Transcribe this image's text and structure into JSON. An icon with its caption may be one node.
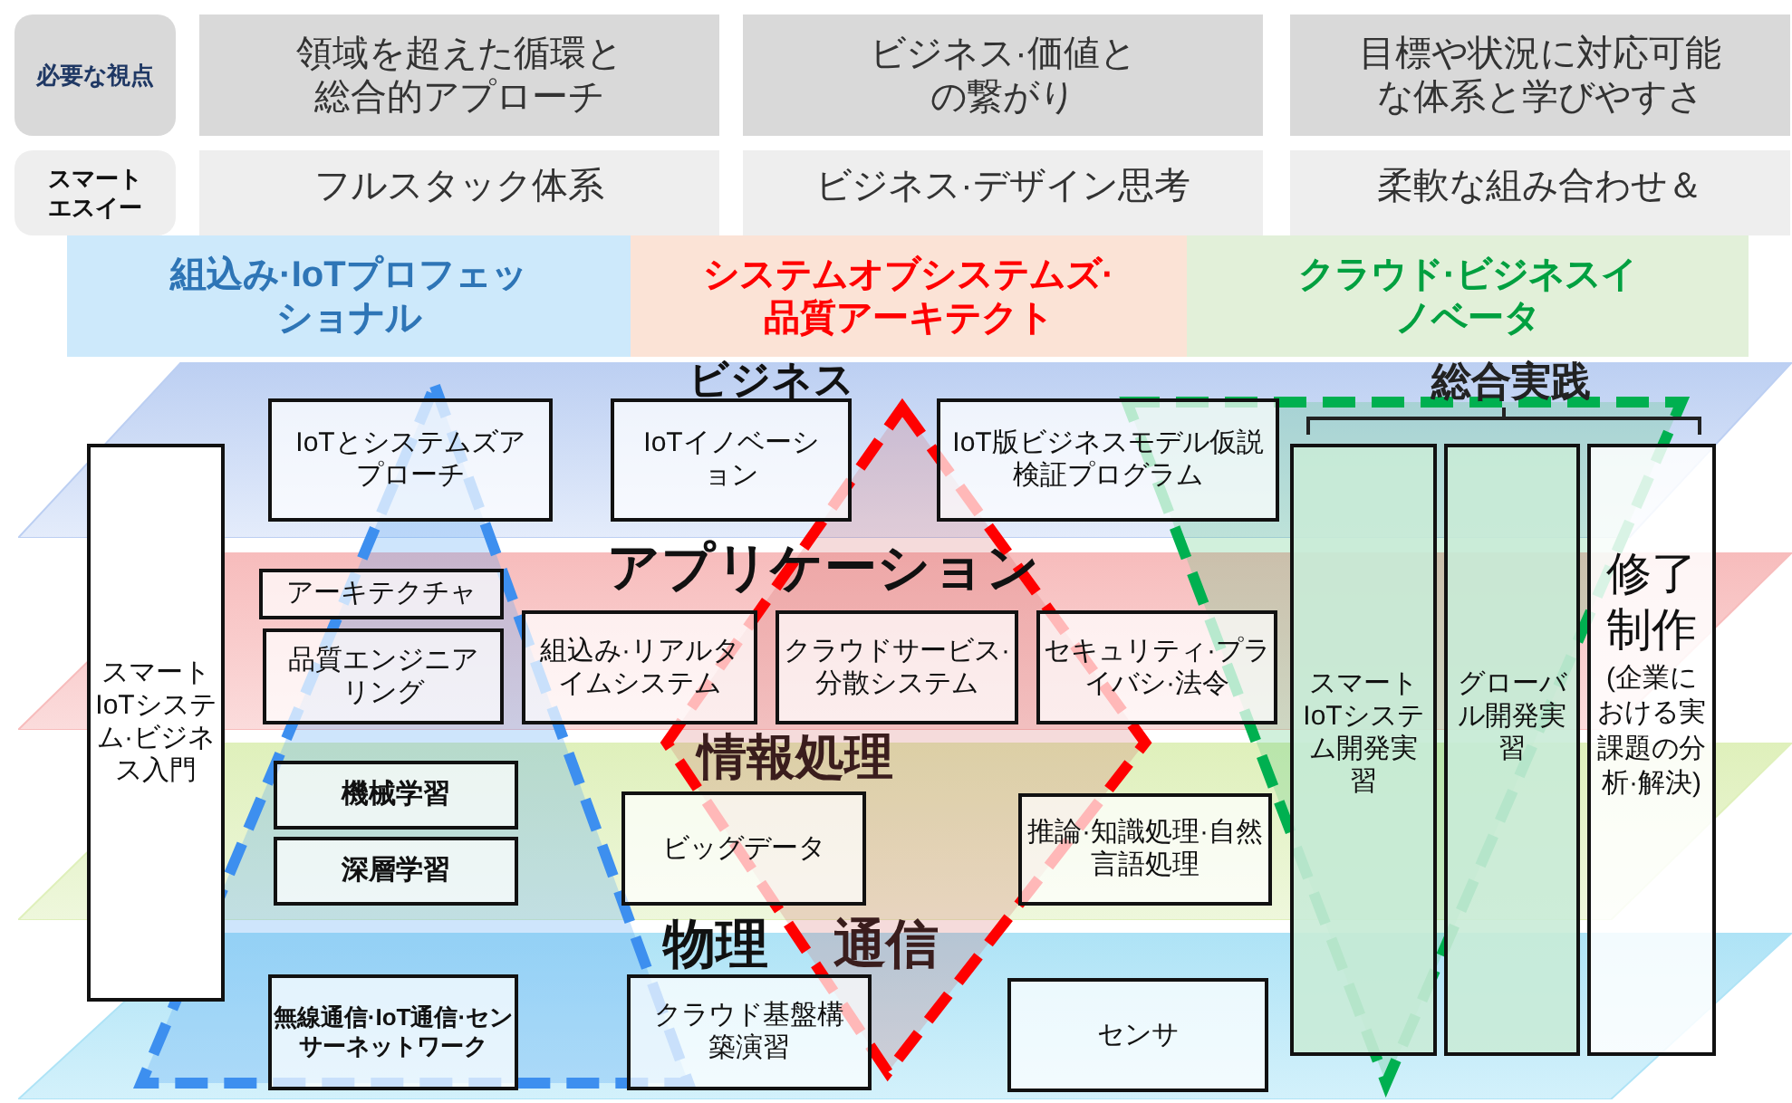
{
  "diagram": {
    "nodes": [
      {
        "text": [
          "必要な視点"
        ]
      },
      {
        "text": [
          "領域を超えた循環と総合的アプローチ"
        ]
      },
      {
        "text": [
          "ビジネス·価値との繋がり"
        ]
      },
      {
        "text": [
          "目標や状況に対応可能な体系と学びやすさ"
        ]
      },
      {
        "text": [
          "スマートエスイー"
        ]
      },
      {
        "text": [
          "フルスタック体系"
        ]
      },
      {
        "text": [
          "ビジネス·デザイン思考"
        ]
      },
      {
        "text": [
          "柔軟な組み合わせ＆"
        ]
      },
      {
        "text": [
          "組込み·IoTプロフェッショナル"
        ]
      },
      {
        "text": [
          "システムオブシステムズ·品質アーキテクト"
        ]
      },
      {
        "text": [
          "クラウド·ビジネスイノベータ"
        ]
      },
      {
        "text": [
          "ビジネス"
        ]
      },
      {
        "text": [
          "IoTとシステムズアプローチ"
        ],
        "in": 11
      },
      {
        "text": [
          "IoTイノベーション"
        ],
        "in": 11
      },
      {
        "text": [
          "IoT版ビジネスモデル仮説検証プログラム"
        ],
        "in": 11
      },
      {
        "text": [
          "アプリケーション"
        ]
      },
      {
        "text": [
          "アーキテクチャ"
        ],
        "in": 15
      },
      {
        "text": [
          "品質エンジニアリング"
        ],
        "in": 15
      },
      {
        "text": [
          "組込み·リアルタイムシステム"
        ],
        "in": 15
      },
      {
        "text": [
          "クラウドサービス·分散システム"
        ],
        "in": 15
      },
      {
        "text": [
          "セキュリティ·プライバシ·法令"
        ],
        "in": 15
      },
      {
        "text": [
          "情報処理"
        ]
      },
      {
        "text": [
          "機械学習"
        ],
        "in": 21
      },
      {
        "text": [
          "深層学習"
        ],
        "in": 21
      },
      {
        "text": [
          "ビッグデータ"
        ],
        "in": 21
      },
      {
        "text": [
          "推論·知識処理·自然言語処理"
        ],
        "in": 21
      },
      {
        "text": [
          "物理",
          "通信"
        ]
      },
      {
        "text": [
          "無線通信·IoT通信·センサーネットワーク"
        ],
        "in": 26
      },
      {
        "text": [
          "クラウド基盤構築演習"
        ],
        "in": 26
      },
      {
        "text": [
          "センサ"
        ],
        "in": 26
      },
      {
        "text": [
          "スマートIoTシステム·ビジネス入門"
        ]
      },
      {
        "text": [
          "スマートIoTシステム開発実習"
        ]
      },
      {
        "text": [
          "グローバル開発実習"
        ]
      },
      {
        "text": [
          "修了制作",
          "(企業における実課題の分析·解決)"
        ]
      }
    ],
    "labels": [
      "総合実践"
    ]
  }
}
